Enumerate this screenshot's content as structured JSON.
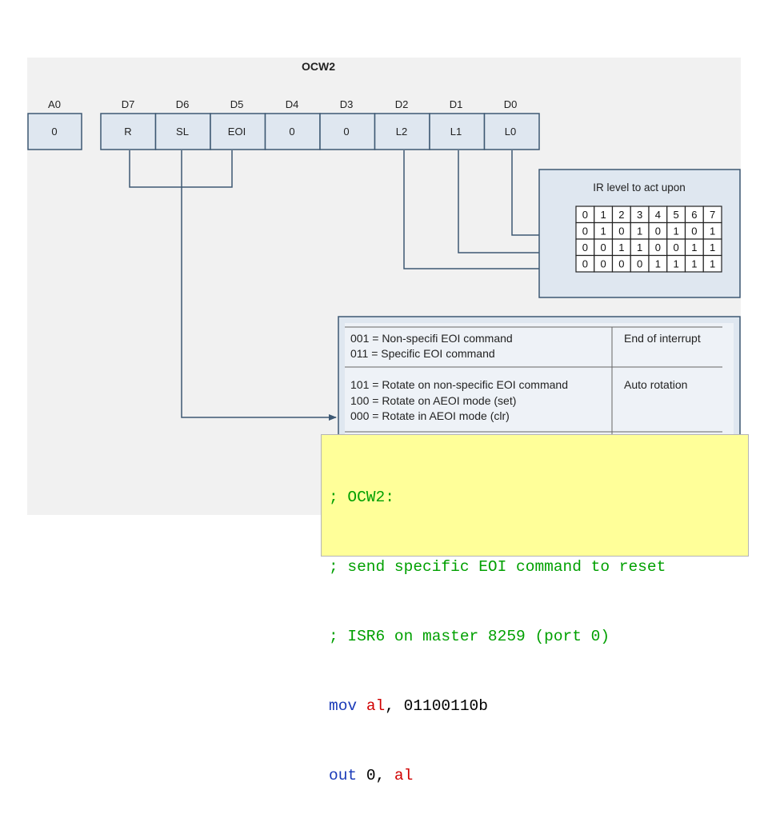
{
  "title": "OCW2",
  "a0": {
    "label": "A0",
    "value": "0"
  },
  "bits": [
    {
      "label": "D7",
      "value": "R"
    },
    {
      "label": "D6",
      "value": "SL"
    },
    {
      "label": "D5",
      "value": "EOI"
    },
    {
      "label": "D4",
      "value": "0"
    },
    {
      "label": "D3",
      "value": "0"
    },
    {
      "label": "D2",
      "value": "L2"
    },
    {
      "label": "D1",
      "value": "L1"
    },
    {
      "label": "D0",
      "value": "L0"
    }
  ],
  "ir_panel": {
    "title": "IR level to act upon",
    "rows": [
      [
        "0",
        "1",
        "2",
        "3",
        "4",
        "5",
        "6",
        "7"
      ],
      [
        "0",
        "1",
        "0",
        "1",
        "0",
        "1",
        "0",
        "1"
      ],
      [
        "0",
        "0",
        "1",
        "1",
        "0",
        "0",
        "1",
        "1"
      ],
      [
        "0",
        "0",
        "0",
        "0",
        "1",
        "1",
        "1",
        "1"
      ]
    ]
  },
  "eoi_table": {
    "groups": [
      {
        "lines": [
          "001 = Non-specifi EOI command",
          "011 = Specific EOI command"
        ],
        "description": "End of interrupt"
      },
      {
        "lines": [
          "101 = Rotate on non-specific EOI command",
          "100 = Rotate on AEOI mode (set)",
          "000 = Rotate in AEOI mode (clr)"
        ],
        "description": "Auto rotation"
      }
    ]
  },
  "code": {
    "comments": [
      "; OCW2:",
      "; send specific EOI command to reset",
      "; ISR6 on master 8259 (port 0)"
    ],
    "line4": {
      "mnemonic": "mov",
      "register": "al",
      "separator": ", ",
      "operand": "01100110b"
    },
    "line5": {
      "mnemonic": "out",
      "operand": "0",
      "separator": ", ",
      "register": "al"
    }
  },
  "colors": {
    "box_fill": "#dfe7f0",
    "box_stroke": "#3d5873",
    "line": "#3d5873",
    "comment": "#00a000",
    "keyword": "#1a3ab8",
    "register": "#d00000",
    "code_bg": "#ffff99"
  }
}
